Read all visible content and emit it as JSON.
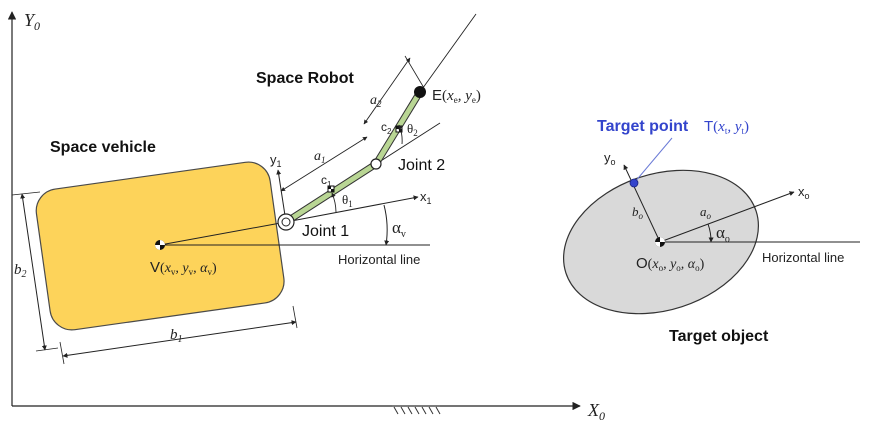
{
  "frame": {
    "y_axis": {
      "base": "Y",
      "sub": "0"
    },
    "x_axis": {
      "base": "X",
      "sub": "0"
    }
  },
  "vehicle": {
    "title": "Space vehicle",
    "center": {
      "letter": "V",
      "args": "x",
      "s1": "v",
      "sep1": ", y",
      "s2": "v",
      "sep2": ", α",
      "s3": "v"
    },
    "b1": {
      "base": "b",
      "sub": "1"
    },
    "b2": {
      "base": "b",
      "sub": "2"
    },
    "fill": "#fdd35a",
    "stroke": "#4a4a4a"
  },
  "robot": {
    "title": "Space Robot",
    "joint1": "Joint 1",
    "joint2": "Joint 2",
    "end": {
      "letter": "E",
      "x": "x",
      "xs": "e",
      "sep": ", y",
      "ys": "e"
    },
    "a1": {
      "base": "a",
      "sub": "1"
    },
    "a2": {
      "base": "a",
      "sub": "2"
    },
    "c1": {
      "base": "c",
      "sub": "1"
    },
    "c2": {
      "base": "c",
      "sub": "2"
    },
    "theta1": {
      "base": "θ",
      "sub": "1"
    },
    "theta2": {
      "base": "θ",
      "sub": "2"
    },
    "x1": {
      "base": "x",
      "sub": "1"
    },
    "y1": {
      "base": "y",
      "sub": "1"
    },
    "alpha_v": {
      "base": "α",
      "sub": "v"
    },
    "link_fill": "#b9d694"
  },
  "horizontal_line_1": "Horizontal line",
  "target": {
    "point_label": "Target point",
    "point_coords": {
      "letter": "T",
      "x": "x",
      "xs": "t",
      "sep": ", y",
      "ys": "t"
    },
    "xo": {
      "base": "x",
      "sub": "o"
    },
    "yo": {
      "base": "y",
      "sub": "o"
    },
    "ao": {
      "base": "a",
      "sub": "o"
    },
    "bo": {
      "base": "b",
      "sub": "o"
    },
    "alpha_o": {
      "base": "α",
      "sub": "o"
    },
    "center": {
      "letter": "O",
      "x": "x",
      "xs": "o",
      "sep1": ", y",
      "ys": "o",
      "sep2": ", α",
      "as": "o"
    },
    "horizontal_line": "Horizontal line",
    "title": "Target object",
    "point_color": "#3344cc",
    "ellipse_fill": "#d9d9d9"
  }
}
